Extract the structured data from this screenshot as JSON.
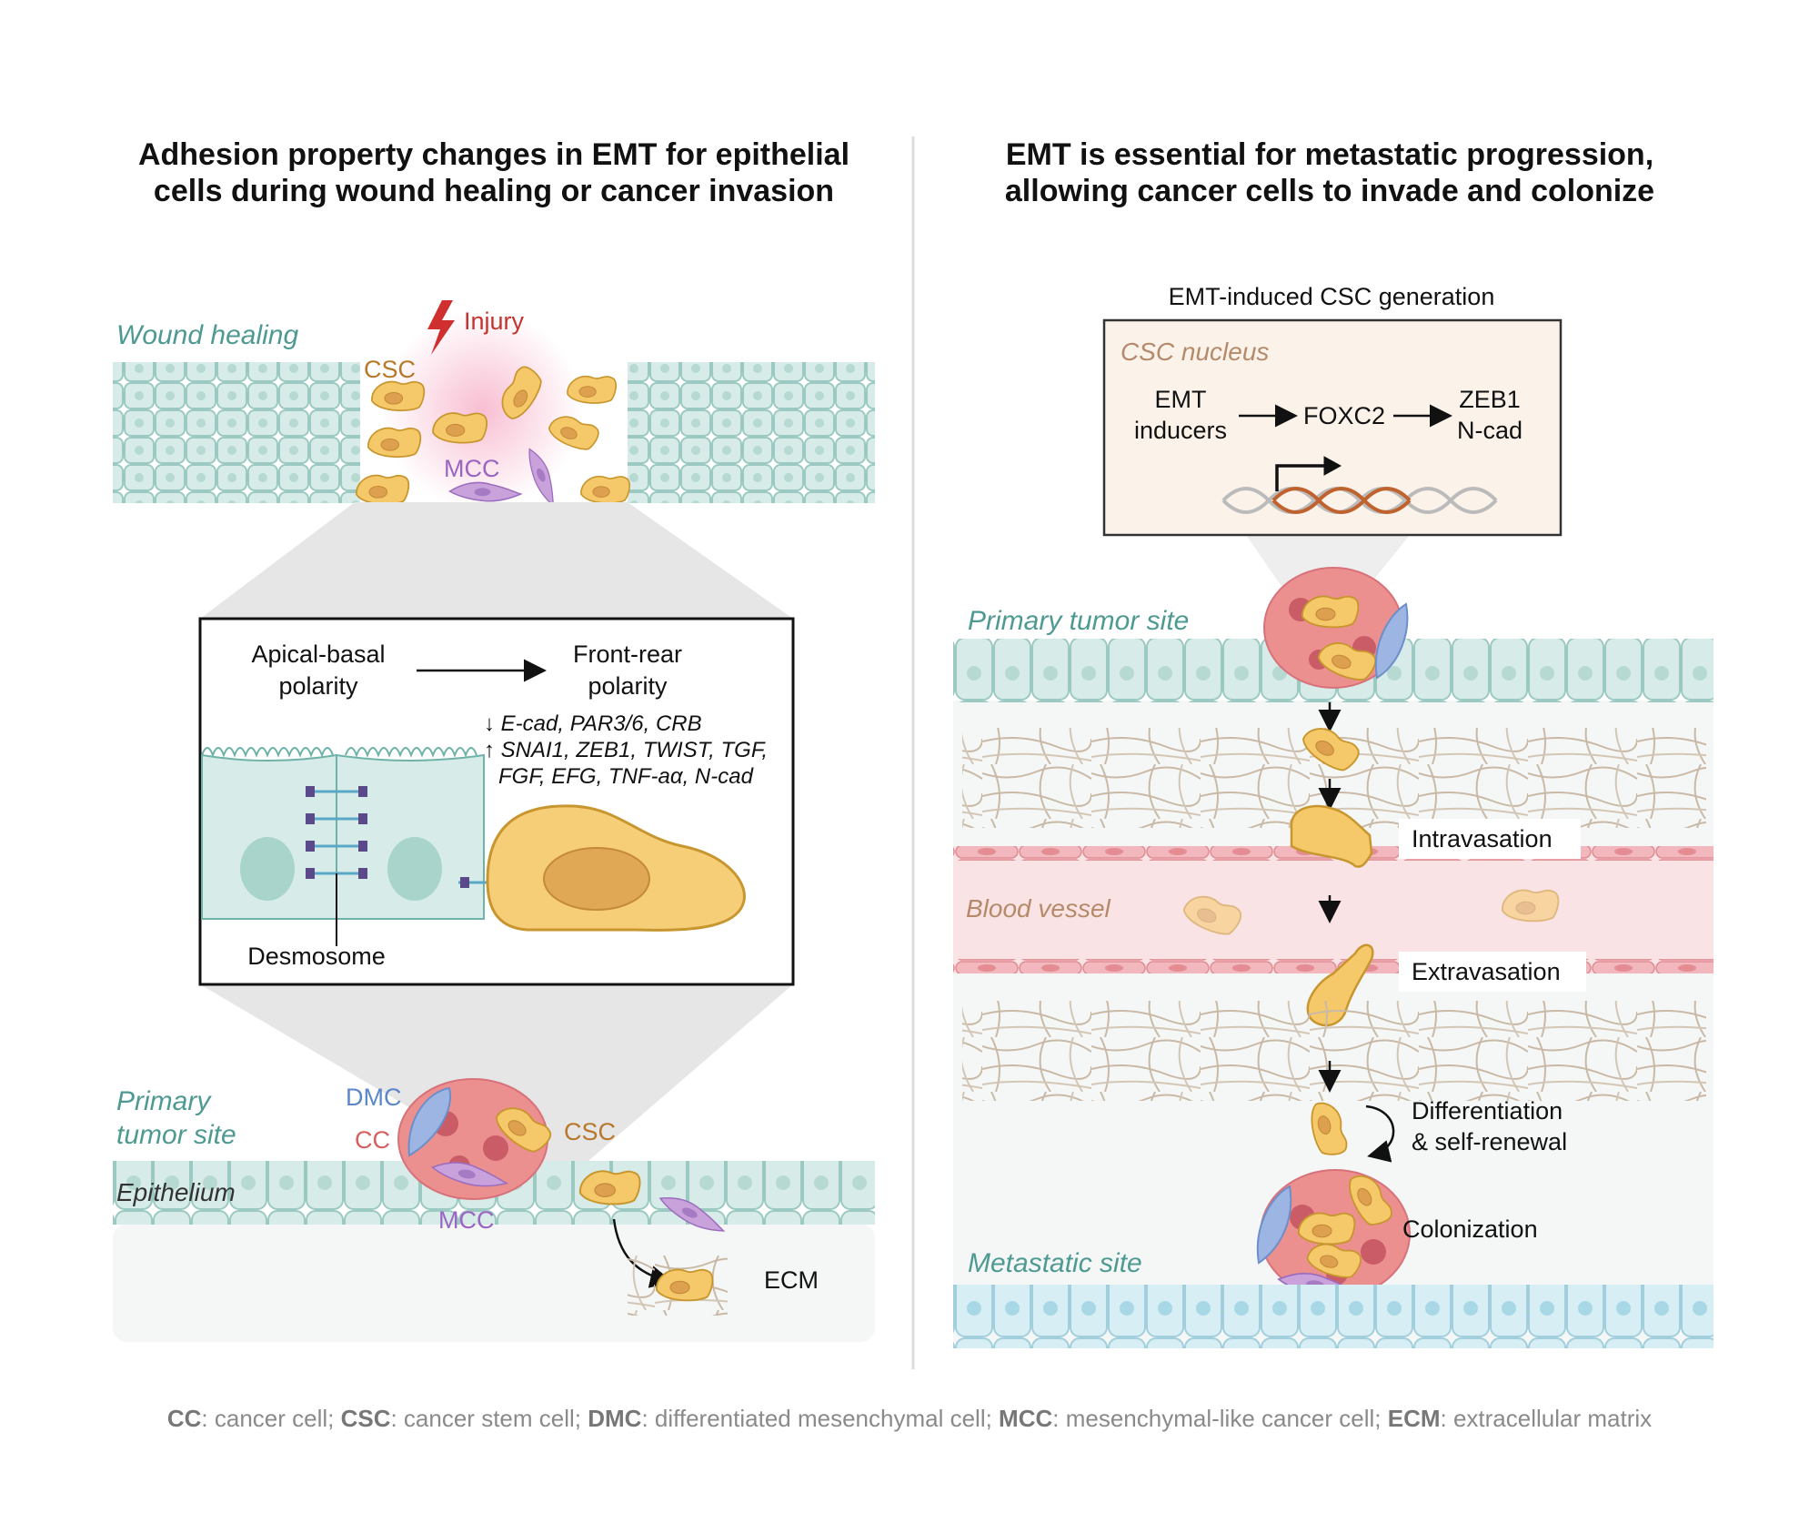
{
  "left_panel": {
    "title_line1": "Adhesion property changes in EMT for epithelial",
    "title_line2": "cells during wound healing or cancer invasion",
    "wound_healing_label": "Wound healing",
    "injury_label": "Injury",
    "csc_label": "CSC",
    "mcc_label": "MCC",
    "zoom_box": {
      "apical_line1": "Apical-basal",
      "apical_line2": "polarity",
      "front_line1": "Front-rear",
      "front_line2": "polarity",
      "down_markers": "↓ E-cad, PAR3/6, CRB",
      "up_markers": "↑ SNAI1, ZEB1, TWIST, TGF,",
      "up_markers_2": "FGF, EFG, TNF-aα, N-cad",
      "desmosome_label": "Desmosome"
    },
    "primary_tumor_line1": "Primary",
    "primary_tumor_line2": "tumor site",
    "epithelium_label": "Epithelium",
    "dmc_label": "DMC",
    "cc_label": "CC",
    "csc_label_2": "CSC",
    "mcc_label_2": "MCC",
    "ecm_label": "ECM"
  },
  "right_panel": {
    "title_line1": "EMT is essential for metastatic progression,",
    "title_line2": "allowing cancer cells to invade and colonize",
    "emt_csc_generation": "EMT-induced CSC generation",
    "csc_nucleus": "CSC nucleus",
    "emt_inducers_1": "EMT",
    "emt_inducers_2": "inducers",
    "foxc2": "FOXC2",
    "zeb1": "ZEB1",
    "ncad": "N-cad",
    "primary_tumor_site": "Primary tumor site",
    "intravasation": "Intravasation",
    "blood_vessel": "Blood vessel",
    "extravasation": "Extravasation",
    "differentiation_1": "Differentiation",
    "differentiation_2": "& self-renewal",
    "colonization": "Colonization",
    "metastatic_site": "Metastatic site"
  },
  "legend": [
    {
      "abbr": "CC",
      "desc": ": cancer cell; "
    },
    {
      "abbr": "CSC",
      "desc": ": cancer stem cell; "
    },
    {
      "abbr": "DMC",
      "desc": ": differentiated mesenchymal cell; "
    },
    {
      "abbr": "MCC",
      "desc": ": mesenchymal-like cancer cell; "
    },
    {
      "abbr": "ECM",
      "desc": ": extracellular matrix"
    }
  ],
  "colors": {
    "epithelium": "#d7ece8",
    "epithelium_stroke": "#9cc9c1",
    "csc_cell": "#f5c969",
    "mcc_cell": "#c9a2dc",
    "dmc_cell": "#9cb5e2",
    "cc_cell": "#ec8f8f",
    "blood_vessel": "#fae3e4",
    "endothelium": "#eca8ad",
    "teal_text": "#4e9a92",
    "tan_text": "#b58a6a"
  }
}
